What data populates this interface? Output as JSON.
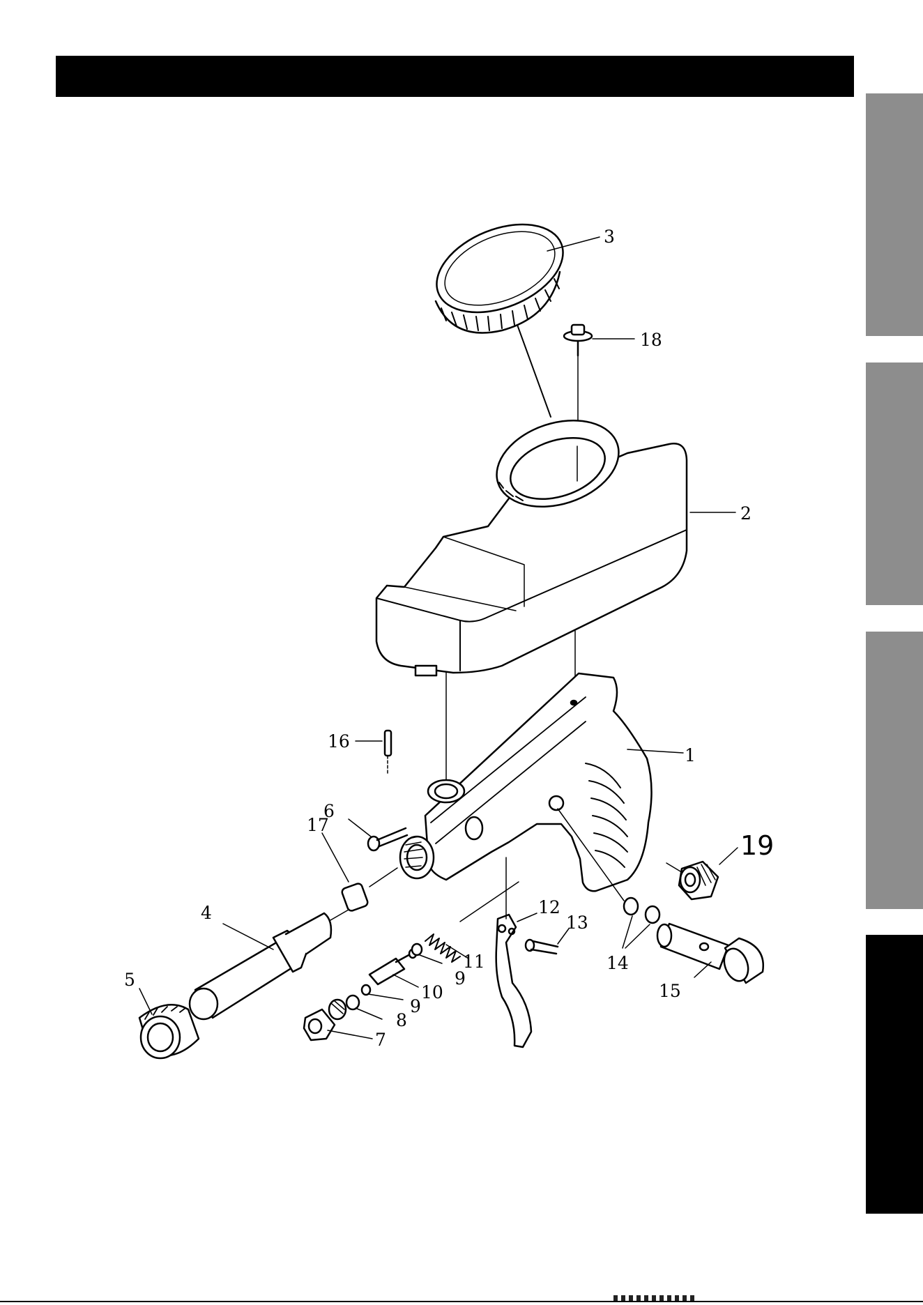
{
  "page": {
    "header_bar_color": "#000000",
    "side_tabs": [
      {
        "color": "#8d8d8d"
      },
      {
        "color": "#8d8d8d"
      },
      {
        "color": "#8d8d8d"
      },
      {
        "color": "#000000",
        "active": true
      }
    ]
  },
  "diagram": {
    "callouts": {
      "p1": "1",
      "p2": "2",
      "p3": "3",
      "p4": "4",
      "p5": "5",
      "p6": "6",
      "p7": "7",
      "p8": "8",
      "p9a": "9",
      "p9b": "9",
      "p10": "10",
      "p11": "11",
      "p12": "12",
      "p13": "13",
      "p14": "14",
      "p15": "15",
      "p16": "16",
      "p17": "17",
      "p18": "18",
      "p19": "19"
    }
  }
}
